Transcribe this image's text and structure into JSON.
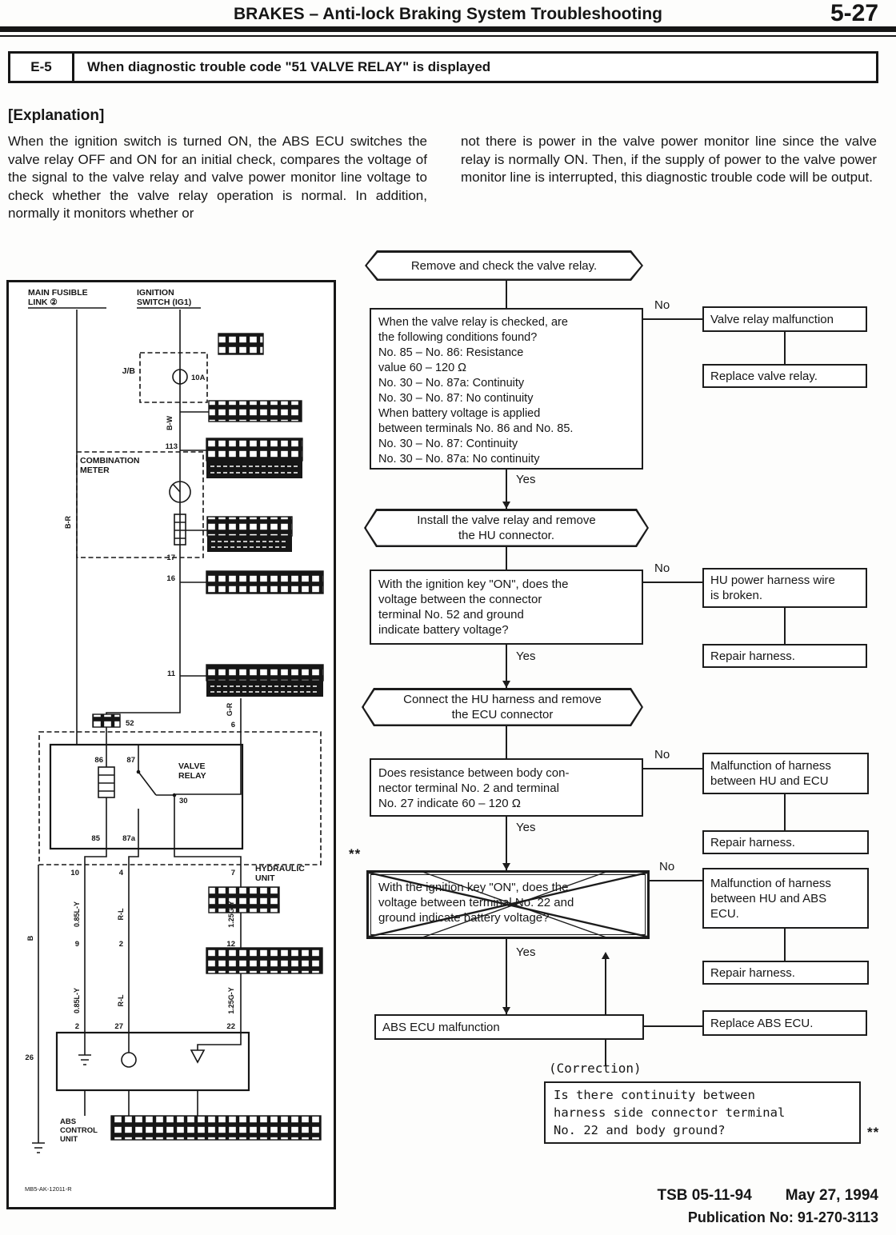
{
  "header": {
    "title": "BRAKES – Anti-lock Braking System Troubleshooting",
    "page_number": "5-27"
  },
  "section": {
    "code": "E-5",
    "title": "When diagnostic trouble code \"51 VALVE RELAY\" is displayed"
  },
  "explanation": {
    "heading": "[Explanation]",
    "left": "When the ignition switch is turned ON, the ABS ECU switches the valve relay OFF and ON for an initial check, compares the voltage of the signal to the valve relay and valve power monitor line voltage to check whether the valve relay operation is normal. In addition, normally it monitors whether or",
    "right": "not there is power in the valve power monitor line since the valve relay is normally ON. Then, if the supply of power to the valve power monitor line is interrupted, this diagnostic trouble code will be output."
  },
  "flowchart": {
    "yes": "Yes",
    "no": "No",
    "banner1": "Remove and check the valve relay.",
    "q1": "When the valve relay is checked, are\nthe following conditions found?\nNo. 85 – No. 86: Resistance\nvalue 60 – 120 Ω\nNo. 30 – No. 87a: Continuity\nNo. 30 – No. 87: No continuity\nWhen battery voltage is applied\nbetween terminals No. 86 and No. 85.\nNo. 30 – No. 87: Continuity\nNo. 30 – No. 87a: No continuity",
    "r1a": "Valve relay malfunction",
    "r1b": "Replace valve relay.",
    "banner2": "Install the valve relay and remove\nthe HU connector.",
    "q2": "With the ignition key \"ON\", does the\nvoltage between the connector\nterminal No. 52 and ground\nindicate battery voltage?",
    "r2a": "HU power harness wire\nis broken.",
    "r2b": "Repair harness.",
    "banner3": "Connect the HU harness and remove\nthe ECU connector",
    "q3": "Does resistance between body con-\nnector terminal No. 2 and terminal\nNo. 27 indicate 60 – 120 Ω",
    "r3a": "Malfunction of harness\nbetween HU and ECU",
    "r3b": "Repair harness.",
    "q4": "With the ignition key \"ON\", does the\nvoltage between terminal No. 22 and\nground indicate battery voltage?",
    "r4a": "Malfunction of harness\nbetween HU and ABS\nECU.",
    "r4b": "Repair harness.",
    "ecu_malfunction": "ABS ECU malfunction",
    "r5": "Replace ABS ECU.",
    "correction_label": "(Correction)",
    "correction": "Is there continuity between\nharness side connector terminal\nNo. 22 and body ground?",
    "marker": "**"
  },
  "diagram": {
    "main_fusible_link_1": "MAIN FUSIBLE",
    "main_fusible_link_2": "LINK ②",
    "ignition_switch_1": "IGNITION",
    "ignition_switch_2": "SWITCH (IG1)",
    "junction_block": "J/B",
    "fuse_rating": "10A",
    "combination_meter_1": "COMBINATION",
    "combination_meter_2": "METER",
    "valve_relay_1": "VALVE",
    "valve_relay_2": "RELAY",
    "hydraulic_unit_1": "HYDRAULIC",
    "hydraulic_unit_2": "UNIT",
    "abs_unit_1": "ABS",
    "abs_unit_2": "CONTROL",
    "abs_unit_3": "UNIT",
    "diagram_code": "MB5-AK-12011-R",
    "terminals": {
      "t113": "113",
      "t17": "17",
      "t16": "16",
      "t11": "11",
      "t52": "52",
      "t6": "6",
      "t86": "86",
      "t87": "87",
      "t30": "30",
      "t85": "85",
      "t87a": "87a",
      "t10": "10",
      "t4": "4",
      "t7": "7",
      "t9": "9",
      "t2": "2",
      "t12": "12",
      "t2b": "2",
      "t27": "27",
      "t22": "22",
      "t26": "26"
    },
    "wires": {
      "bw": "B-W",
      "br": "B-R",
      "gr": "G-R",
      "b": "B",
      "ly": "0.85L-Y",
      "rl": "R-L",
      "gy": "1.25G-Y"
    }
  },
  "footer": {
    "tsb": "TSB 05-11-94",
    "date": "May 27, 1994",
    "publication": "Publication No: 91-270-3113"
  }
}
